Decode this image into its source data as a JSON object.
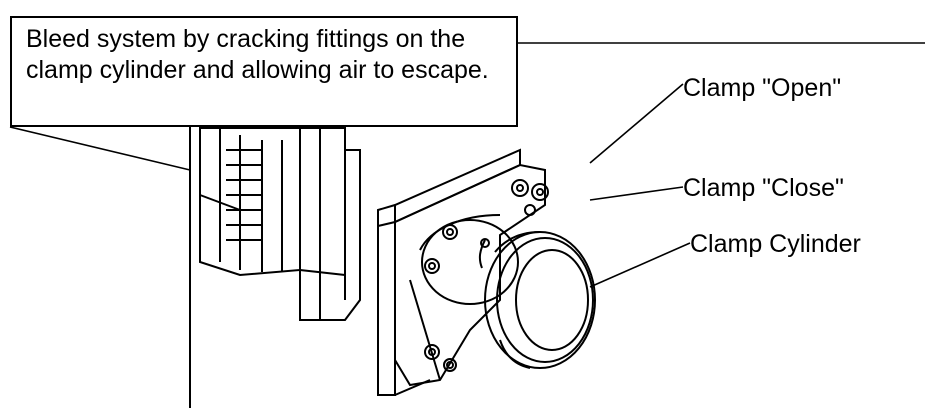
{
  "callout": {
    "text": "Bleed system by cracking fittings on the clamp cylinder and allowing air to escape."
  },
  "labels": {
    "clamp_open": "Clamp \"Open\"",
    "clamp_close": "Clamp \"Close\"",
    "clamp_cylinder": "Clamp Cylinder"
  },
  "colors": {
    "ink": "#000000",
    "background": "#ffffff"
  }
}
